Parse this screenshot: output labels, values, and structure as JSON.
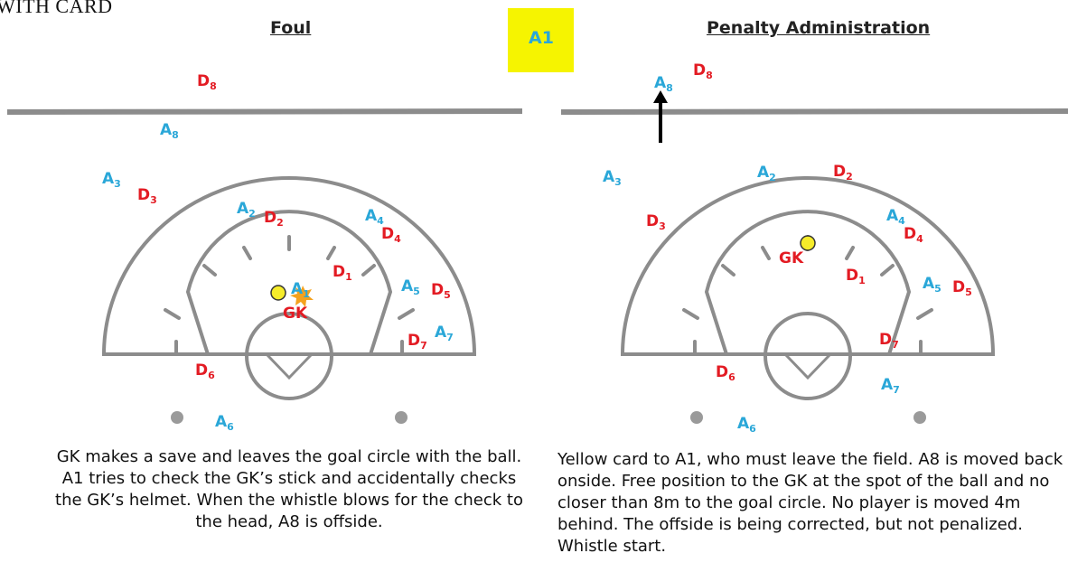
{
  "page_title": "WITH CARD",
  "card": {
    "player": "A1",
    "color": "#f6f400"
  },
  "colors": {
    "attack": "#2aa7d8",
    "defense": "#e31b23",
    "field_lines": "#8c8c8c"
  },
  "panels": [
    {
      "title": "Foul",
      "caption": "GK makes a save and leaves the goal circle with the ball. A1 tries to check the GK’s stick and accidentally checks the GK’s helmet. When the whistle blows for the check to the head, A8 is offside.",
      "players": {
        "D8": {
          "letter": "D",
          "num": "8"
        },
        "A8": {
          "letter": "A",
          "num": "8"
        },
        "A3": {
          "letter": "A",
          "num": "3"
        },
        "D3": {
          "letter": "D",
          "num": "3"
        },
        "A2": {
          "letter": "A",
          "num": "2"
        },
        "D2": {
          "letter": "D",
          "num": "2"
        },
        "A4": {
          "letter": "A",
          "num": "4"
        },
        "D4": {
          "letter": "D",
          "num": "4"
        },
        "D1": {
          "letter": "D",
          "num": "1"
        },
        "A1": {
          "letter": "A",
          "num": "1"
        },
        "GK": {
          "letter": "GK",
          "num": ""
        },
        "A5": {
          "letter": "A",
          "num": "5"
        },
        "D5": {
          "letter": "D",
          "num": "5"
        },
        "D7": {
          "letter": "D",
          "num": "7"
        },
        "A7": {
          "letter": "A",
          "num": "7"
        },
        "D6": {
          "letter": "D",
          "num": "6"
        },
        "A6": {
          "letter": "A",
          "num": "6"
        }
      }
    },
    {
      "title": "Penalty Administration",
      "caption": "Yellow card to A1, who must leave the field. A8 is moved back onside. Free position to the GK at the spot of the ball and no closer than 8m to the goal circle. No player is moved 4m behind. The offside is being corrected, but not penalized.  Whistle start.",
      "players": {
        "A8": {
          "letter": "A",
          "num": "8"
        },
        "D8": {
          "letter": "D",
          "num": "8"
        },
        "A3": {
          "letter": "A",
          "num": "3"
        },
        "A2": {
          "letter": "A",
          "num": "2"
        },
        "D2": {
          "letter": "D",
          "num": "2"
        },
        "D3": {
          "letter": "D",
          "num": "3"
        },
        "A4": {
          "letter": "A",
          "num": "4"
        },
        "D4": {
          "letter": "D",
          "num": "4"
        },
        "GK": {
          "letter": "GK",
          "num": ""
        },
        "D1": {
          "letter": "D",
          "num": "1"
        },
        "A5": {
          "letter": "A",
          "num": "5"
        },
        "D5": {
          "letter": "D",
          "num": "5"
        },
        "D7": {
          "letter": "D",
          "num": "7"
        },
        "D6": {
          "letter": "D",
          "num": "6"
        },
        "A7": {
          "letter": "A",
          "num": "7"
        },
        "A6": {
          "letter": "A",
          "num": "6"
        }
      }
    }
  ]
}
